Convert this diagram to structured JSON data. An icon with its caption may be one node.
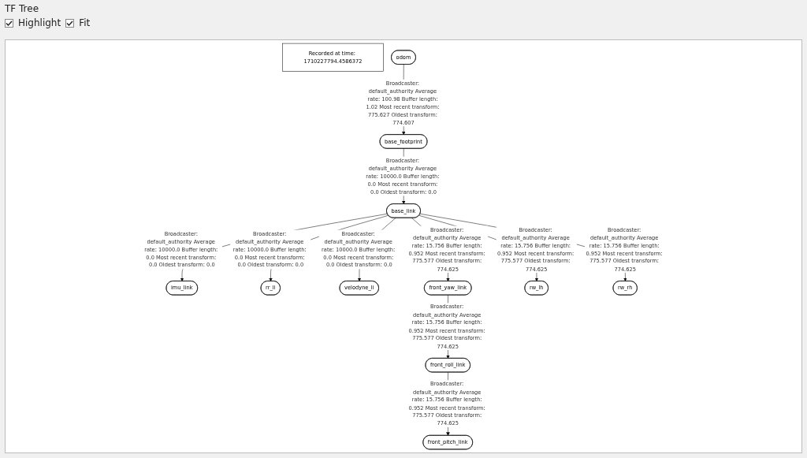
{
  "diagram": {
    "nodes": [
      {
        "text": [
          "Recorded at time: 1710227794.4586372"
        ]
      },
      {
        "text": [
          "odom"
        ]
      },
      {
        "text": [
          "base_footprint"
        ]
      },
      {
        "text": [
          "base_link"
        ]
      },
      {
        "text": [
          "imu_link"
        ]
      },
      {
        "text": [
          "rr_li"
        ]
      },
      {
        "text": [
          "velodyne_li"
        ]
      },
      {
        "text": [
          "front_yaw_link"
        ]
      },
      {
        "text": [
          "rw_lh"
        ]
      },
      {
        "text": [
          "rw_rh"
        ]
      },
      {
        "text": [
          "front_roll_link"
        ]
      },
      {
        "text": [
          "front_pitch_link"
        ]
      }
    ],
    "edges": [
      {
        "from": 1,
        "to": 2,
        "arrow": "to",
        "label": "Broadcaster: default_authority Average rate: 100.98 Buffer length: 1.02 Most recent transform: 775.627 Oldest transform: 774.607"
      },
      {
        "from": 2,
        "to": 3,
        "arrow": "to",
        "label": "Broadcaster: default_authority Average rate: 10000.0 Buffer length: 0.0 Most recent transform: 0.0 Oldest transform: 0.0"
      },
      {
        "from": 3,
        "to": 4,
        "arrow": "to",
        "label": "Broadcaster: default_authority Average rate: 10000.0 Buffer length: 0.0 Most recent transform: 0.0 Oldest transform: 0.0"
      },
      {
        "from": 3,
        "to": 5,
        "arrow": "to",
        "label": "Broadcaster: default_authority Average rate: 10000.0 Buffer length: 0.0 Most recent transform: 0.0 Oldest transform: 0.0"
      },
      {
        "from": 3,
        "to": 6,
        "arrow": "to",
        "label": "Broadcaster: default_authority Average rate: 10000.0 Buffer length: 0.0 Most recent transform: 0.0 Oldest transform: 0.0"
      },
      {
        "from": 3,
        "to": 7,
        "arrow": "to",
        "label": "Broadcaster: default_authority Average rate: 15.756 Buffer length: 0.952 Most recent transform: 775.577 Oldest transform: 774.625"
      },
      {
        "from": 3,
        "to": 8,
        "arrow": "to",
        "label": "Broadcaster: default_authority Average rate: 15.756 Buffer length: 0.952 Most recent transform: 775.577 Oldest transform: 774.625"
      },
      {
        "from": 3,
        "to": 9,
        "arrow": "to",
        "label": "Broadcaster: default_authority Average rate: 15.756 Buffer length: 0.952 Most recent transform: 775.577 Oldest transform: 774.625"
      },
      {
        "from": 7,
        "to": 10,
        "arrow": "to",
        "label": "Broadcaster: default_authority Average rate: 15.756 Buffer length: 0.952 Most recent transform: 775.577 Oldest transform: 774.625"
      },
      {
        "from": 10,
        "to": 11,
        "arrow": "to",
        "label": "Broadcaster: default_authority Average rate: 15.756 Buffer length: 0.952 Most recent transform: 775.577 Oldest transform: 774.625"
      }
    ],
    "labels": [
      "TF Tree",
      "Highlight",
      "Fit"
    ]
  }
}
